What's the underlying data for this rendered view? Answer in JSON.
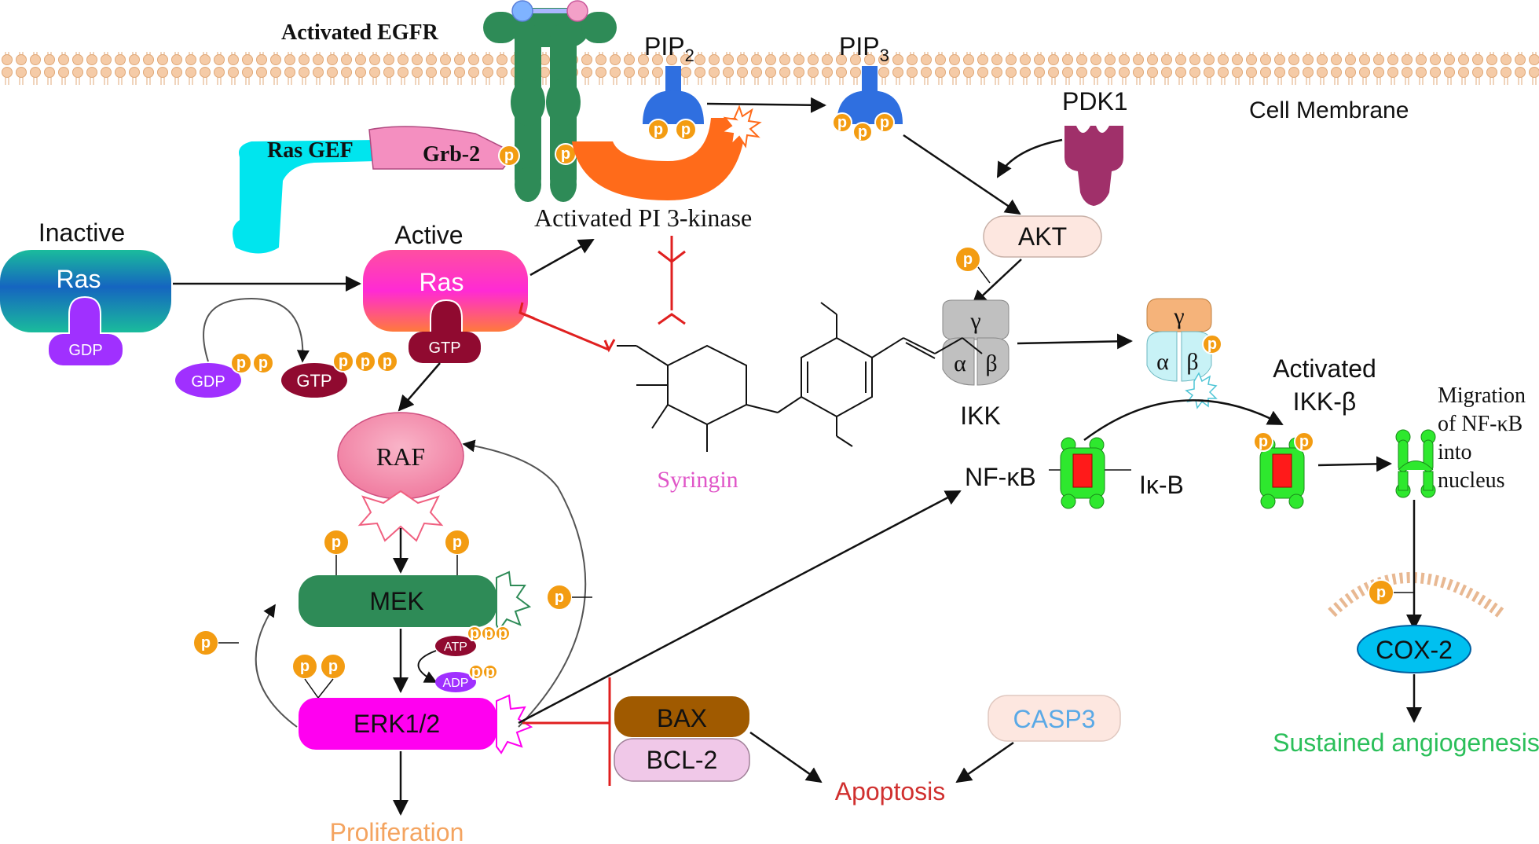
{
  "colors": {
    "membrane": "#f5cba7",
    "egfr": "#2e8b57",
    "phospho": "#f39c12",
    "inhibition": "#e02020",
    "syringin_label": "#e056c8",
    "proliferation_label": "#f4a460",
    "apoptosis_label": "#d0302f",
    "angiogenesis_label": "#2bbf5a",
    "casp3_label": "#5aa9e6"
  },
  "membrane": {
    "label": "Cell Membrane"
  },
  "egfr": {
    "label": "Activated EGFR"
  },
  "pip2": {
    "label": "PIP",
    "sub": "2"
  },
  "pip3": {
    "label": "PIP",
    "sub": "3"
  },
  "pdk1": {
    "label": "PDK1"
  },
  "ras_gef": {
    "label": "Ras GEF"
  },
  "grb2": {
    "label": "Grb-2"
  },
  "pi3k": {
    "label": "Activated  PI 3-kinase"
  },
  "ras_inactive": {
    "title": "Inactive",
    "label": "Ras",
    "gdp": "GDP"
  },
  "ras_active": {
    "title": "Active",
    "label": "Ras",
    "gtp": "GTP"
  },
  "exchange": {
    "gdp": "GDP",
    "gtp": "GTP"
  },
  "raf": {
    "label": "RAF"
  },
  "mek": {
    "label": "MEK"
  },
  "erk": {
    "label": "ERK1/2"
  },
  "atp": {
    "label": "ATP"
  },
  "adp": {
    "label": "ADP"
  },
  "phospho_label": "p",
  "syringin": {
    "label": "Syringin"
  },
  "akt": {
    "label": "AKT"
  },
  "ikk": {
    "label": "IKK",
    "gamma": "γ",
    "alpha": "α",
    "beta": "β"
  },
  "ikk_active": {
    "label_line1": "Activated",
    "label_line2": "IKK-β"
  },
  "nfkb": {
    "label": "NF-κB",
    "ikb": "Iκ-B"
  },
  "migration": {
    "line1": "Migration",
    "line2": "of NF-κB",
    "line3": "into",
    "line4": "nucleus"
  },
  "cox2": {
    "label": "COX-2"
  },
  "angiogenesis": {
    "label": "Sustained angiogenesis"
  },
  "bax": {
    "label": "BAX"
  },
  "bcl2": {
    "label": "BCL-2"
  },
  "casp3": {
    "label": "CASP3"
  },
  "apoptosis": {
    "label": "Apoptosis"
  },
  "proliferation": {
    "label": "Proliferation"
  }
}
